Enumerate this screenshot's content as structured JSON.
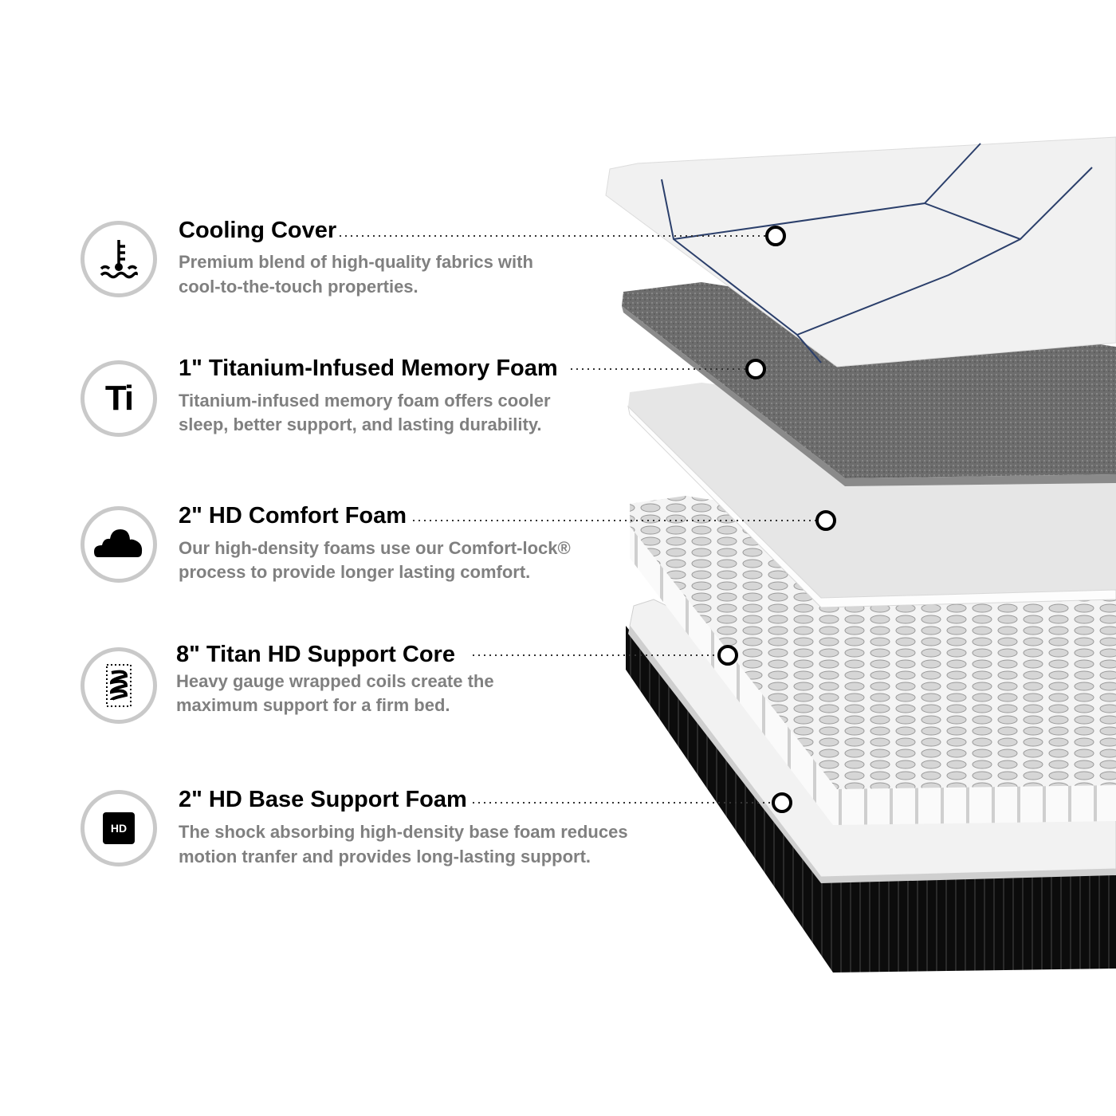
{
  "features": [
    {
      "icon": "thermometer-water-icon",
      "title": "Cooling Cover",
      "desc1": "Premium blend of high-quality fabrics with",
      "desc2": "cool-to-the-touch properties."
    },
    {
      "icon": "titanium-icon",
      "icon_text": "Ti",
      "title": "1\" Titanium-Infused Memory Foam",
      "desc1": "Titanium-infused memory foam offers cooler",
      "desc2": "sleep, better support, and lasting durability."
    },
    {
      "icon": "cloud-icon",
      "title": "2\" HD Comfort Foam",
      "desc1": "Our high-density foams use our Comfort-lock®",
      "desc2": "process to provide longer lasting comfort."
    },
    {
      "icon": "coil-spring-icon",
      "title": "8\" Titan HD Support Core",
      "desc1": "Heavy gauge wrapped coils create the",
      "desc2": "maximum support for a firm bed."
    },
    {
      "icon": "hd-icon",
      "icon_text": "HD",
      "title": "2\" HD Base Support Foam",
      "desc1": "The shock absorbing high-density base foam reduces",
      "desc2": "motion tranfer and provides long-lasting support."
    }
  ],
  "colors": {
    "title": "#000000",
    "desc": "#808080",
    "ring": "#c9c9c9",
    "cover_stripe": "#2b3f6b",
    "titanium": "#6a6a6a"
  }
}
